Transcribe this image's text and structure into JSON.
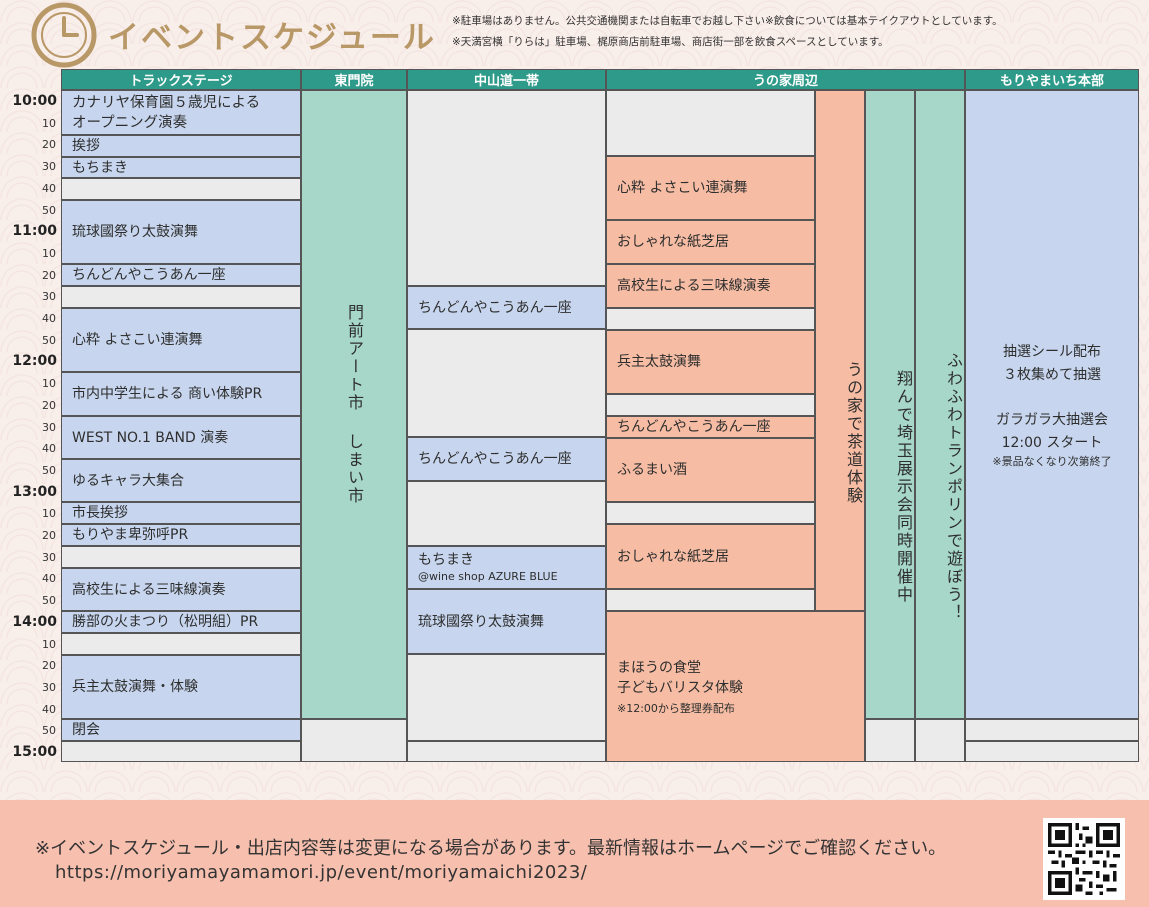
{
  "header": {
    "title": "イベントスケジュール",
    "notes": [
      "※駐車場はありません。公共交通機関または自転車でお越し下さい※飲食については基本テイクアウトとしています。",
      "※天満宮横「りらは」駐車場、梶原商店前駐車場、商店街一部を飲食スペースとしています。"
    ]
  },
  "columns": [
    "トラックステージ",
    "東門院",
    "中山道一帯",
    "うの家周辺",
    "もりやまいち本部"
  ],
  "times": [
    {
      "label": "10:00",
      "hour": true
    },
    {
      "label": "10"
    },
    {
      "label": "20"
    },
    {
      "label": "30"
    },
    {
      "label": "40"
    },
    {
      "label": "50"
    },
    {
      "label": "11:00",
      "hour": true
    },
    {
      "label": "10"
    },
    {
      "label": "20"
    },
    {
      "label": "30"
    },
    {
      "label": "40"
    },
    {
      "label": "50"
    },
    {
      "label": "12:00",
      "hour": true
    },
    {
      "label": "10"
    },
    {
      "label": "20"
    },
    {
      "label": "30"
    },
    {
      "label": "40"
    },
    {
      "label": "50"
    },
    {
      "label": "13:00",
      "hour": true
    },
    {
      "label": "10"
    },
    {
      "label": "20"
    },
    {
      "label": "30"
    },
    {
      "label": "40"
    },
    {
      "label": "50"
    },
    {
      "label": "14:00",
      "hour": true
    },
    {
      "label": "10"
    },
    {
      "label": "20"
    },
    {
      "label": "30"
    },
    {
      "label": "40"
    },
    {
      "label": "50"
    },
    {
      "label": "15:00",
      "hour": true
    }
  ],
  "events": {
    "track": [
      "カナリヤ保育園５歳児による\nオープニング演奏",
      "挨拶",
      "もちまき",
      "",
      "琉球國祭り太鼓演舞",
      "ちんどんやこうあん一座",
      "",
      "心粋 よさこい連演舞",
      "市内中学生による 商い体験PR",
      "WEST NO.1 BAND 演奏",
      "ゆるキャラ大集合",
      "市長挨拶",
      "もりやま卑弥呼PR",
      "",
      "高校生による三味線演奏",
      "勝部の火まつり（松明組）PR",
      "",
      "兵主太鼓演舞・体験",
      "閉会"
    ],
    "tomon": "門前アート市 しまい市",
    "nakasendo": [
      "",
      "ちんどんやこうあん一座",
      "",
      "ちんどんやこうあん一座",
      "",
      "もちまき",
      "@wine shop AZURE BLUE",
      "琉球國祭り太鼓演舞",
      ""
    ],
    "unoya": [
      "",
      "心粋 よさこい連演舞",
      "おしゃれな紙芝居",
      "高校生による三味線演奏",
      "",
      "兵主太鼓演舞",
      "",
      "ちんどんやこうあん一座",
      "ふるまい酒",
      "",
      "おしゃれな紙芝居",
      "",
      "まほうの食堂",
      "子どもバリスタ体験",
      "※12:00から整理券配布"
    ],
    "unoya_vertical": [
      "うの家で茶道体験",
      "翔んで埼玉展示会同時開催中",
      "ふわふわトランポリンで遊ぼう！"
    ],
    "honbu": [
      "抽選シール配布",
      "３枚集めて抽選",
      "ガラガラ大抽選会",
      "12:00 スタート",
      "※景品なくなり次第終了"
    ]
  },
  "footer": {
    "note": "※イベントスケジュール・出店内容等は変更になる場合があります。最新情報はホームページでご確認ください。",
    "url": "https://moriyamayamamori.jp/event/moriyamaichi2023/"
  },
  "colors": {
    "blue": "#c7d6ee",
    "teal": "#a6d7c9",
    "salmon": "#f6bda4",
    "gray": "#ebebeb",
    "header_green": "#2e9a89",
    "title_gold": "#b99868",
    "footer_bg": "#f7bfae"
  }
}
